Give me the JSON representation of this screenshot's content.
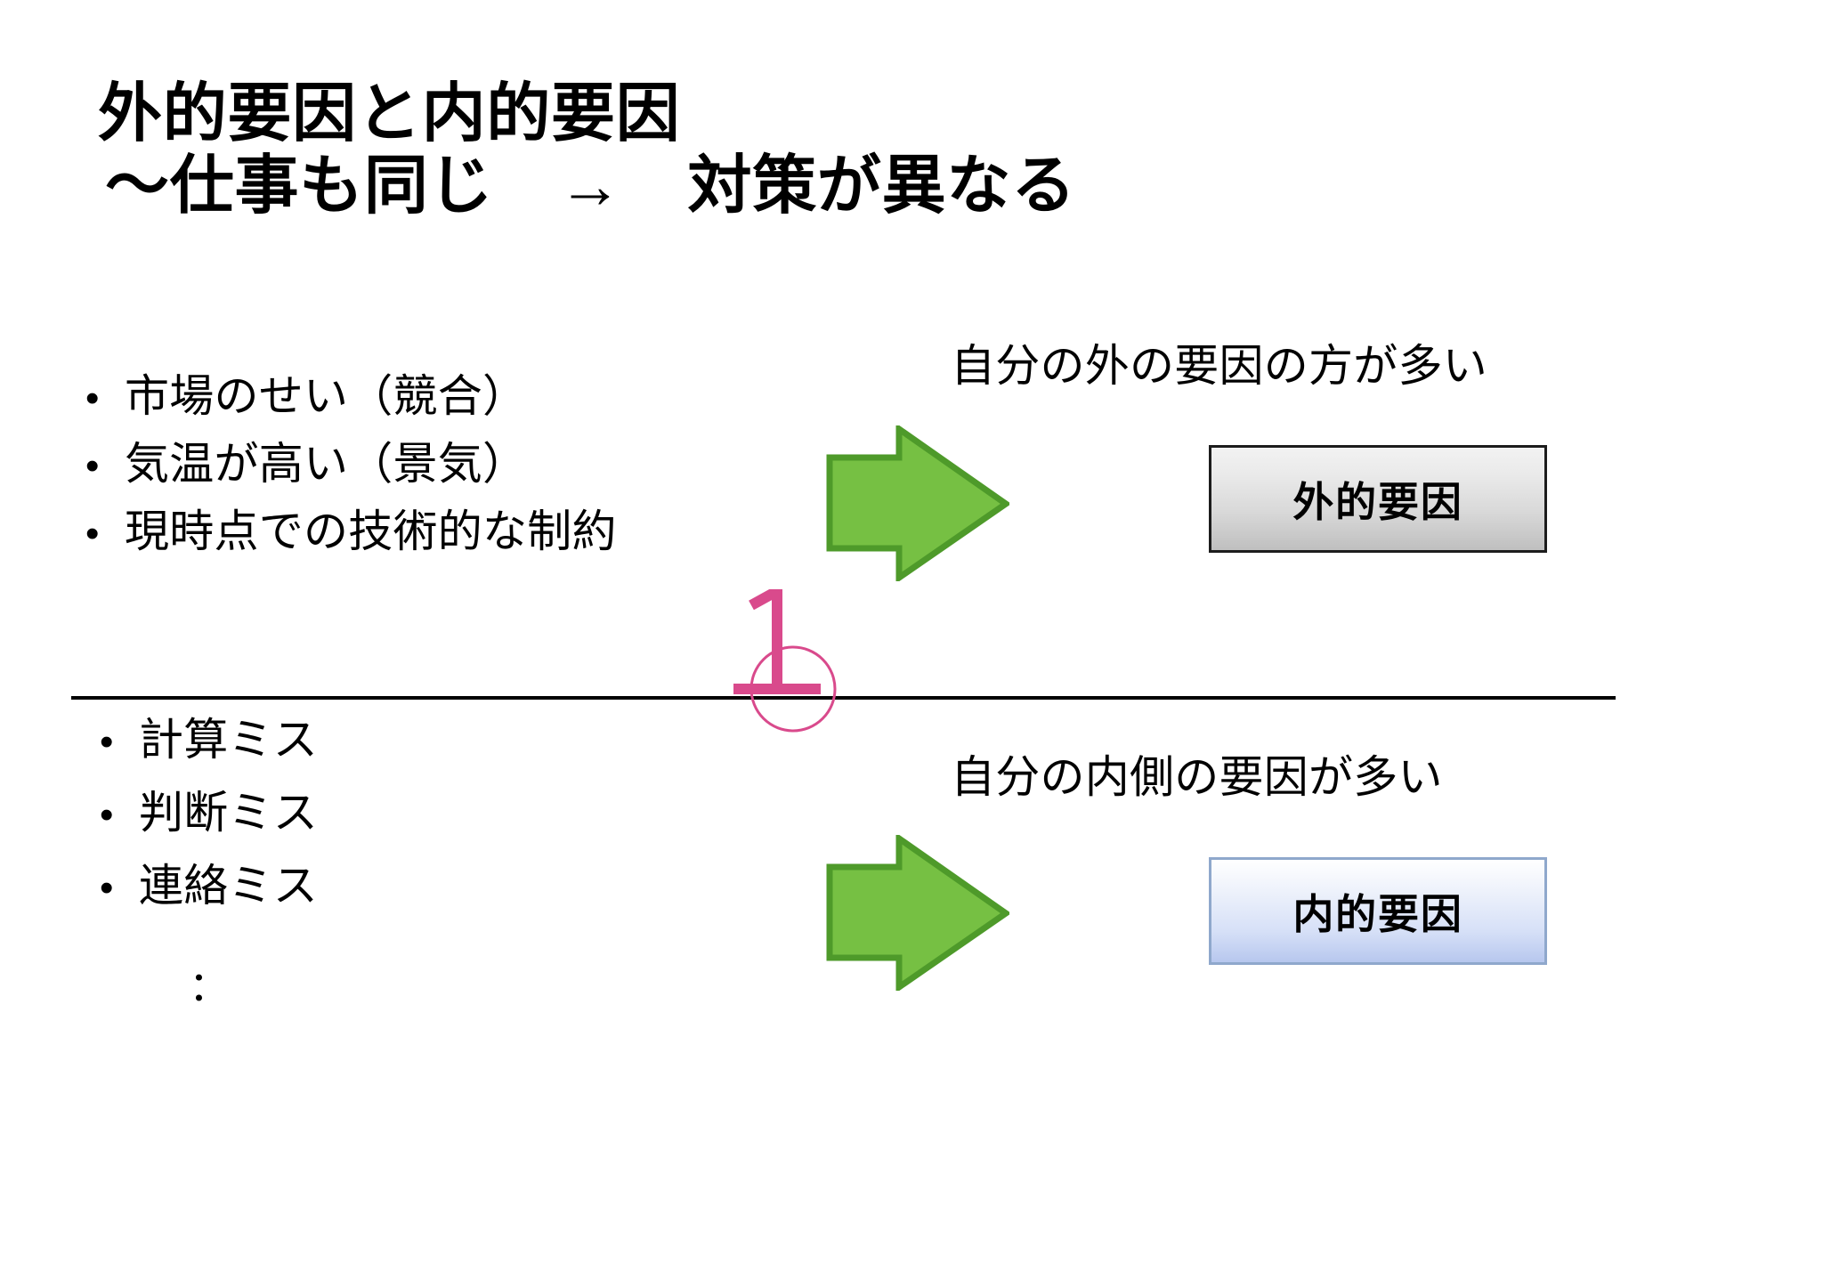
{
  "slide": {
    "background_color": "#ffffff",
    "title": {
      "line1": "外的要因と内的要因",
      "line2": "〜仕事も同じ　→　対策が異なる"
    },
    "divider": {
      "color": "#000000"
    },
    "annotation": {
      "name": "handwritten-number-one",
      "label": "1",
      "color": "#d94a8c"
    },
    "upper_section": {
      "bullets": [
        {
          "marker": "•",
          "text": "市場のせい（競合）"
        },
        {
          "marker": "•",
          "text": "気温が高い（景気）"
        },
        {
          "marker": "•",
          "text": "現時点での技術的な制約"
        }
      ],
      "arrow": {
        "name": "green-right-arrow",
        "fill": "#76c043",
        "stroke": "#4e9a2a"
      },
      "caption": "自分の外の要因の方が多い",
      "box": {
        "label": "外的要因",
        "fill_top": "#f2f2f2",
        "fill_bottom": "#bfbfbf",
        "border": "#1c1c1c"
      }
    },
    "lower_section": {
      "bullets": [
        {
          "marker": "•",
          "text": "計算ミス"
        },
        {
          "marker": "•",
          "text": "判断ミス"
        },
        {
          "marker": "•",
          "text": "連絡ミス"
        }
      ],
      "continuation": "：",
      "arrow": {
        "name": "green-right-arrow",
        "fill": "#76c043",
        "stroke": "#4e9a2a"
      },
      "caption": "自分の内側の要因が多い",
      "box": {
        "label": "内的要因",
        "fill_top": "#ffffff",
        "fill_bottom": "#b7c7ee",
        "border": "#8fa8cc"
      }
    }
  }
}
